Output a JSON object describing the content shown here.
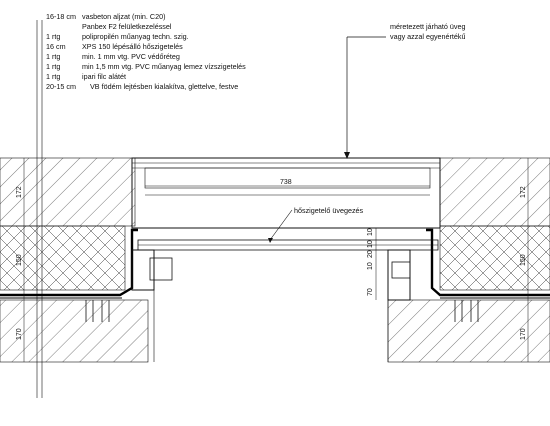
{
  "layers": [
    {
      "qty": "16-18 cm",
      "text": "vasbeton aljzat (min. C20)"
    },
    {
      "qty": "",
      "text": "Panbex F2 felületkezeléssel"
    },
    {
      "qty": "1 rtg",
      "text": "polipropilén műanyag techn. szig."
    },
    {
      "qty": "16 cm",
      "text": "XPS 150 lépésálló hőszigetelés"
    },
    {
      "qty": "1 rtg",
      "text": "min. 1 mm vtg. PVC védőréteg"
    },
    {
      "qty": "1 rtg",
      "text": "min 1,5 mm vtg. PVC műanyag lemez vízszigetelés"
    },
    {
      "qty": "1 rtg",
      "text": "ipari filc alátét"
    },
    {
      "qty": "20-15 cm",
      "text": "VB födém lejtésben kialakítva, glettelve, festve"
    }
  ],
  "labels": {
    "glass_line1": "méretezett járható üveg",
    "glass_line2": "vagy azzal egyenértékű",
    "insulating_glass": "hőszigetelő üvegezés"
  },
  "dimensions": {
    "opening_width": "738",
    "left_top": "172",
    "left_mid": "150",
    "left_bottom": "170",
    "right_top": "172",
    "right_mid": "150",
    "right_bottom": "170",
    "frame_a": "10",
    "frame_b": "10",
    "frame_c": "20",
    "frame_d": "10",
    "frame_e": "70"
  }
}
